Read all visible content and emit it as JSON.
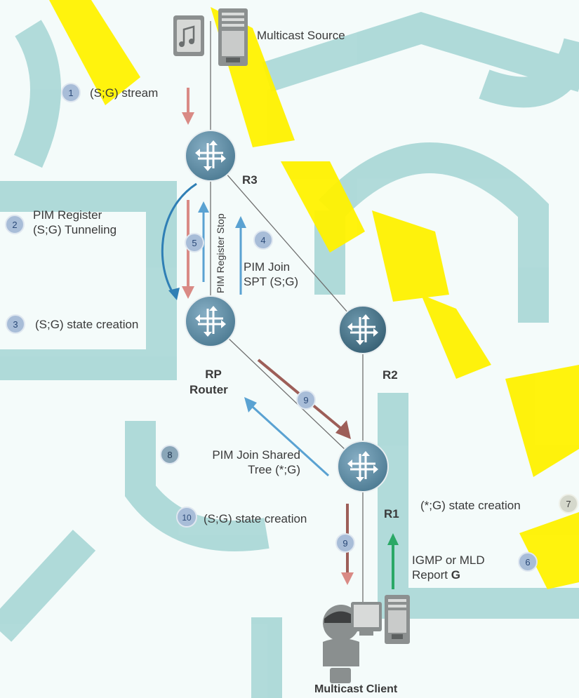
{
  "source_label": "Multicast Source",
  "client_label": "Multicast Client",
  "routers": {
    "r3": "R3",
    "rp_line1": "RP",
    "rp_line2": "Router",
    "r2": "R2",
    "r1": "R1"
  },
  "steps": {
    "s1": {
      "num": "1",
      "text": "(S;G) stream"
    },
    "s2": {
      "num": "2",
      "text": "PIM Register\n(S;G) Tunneling"
    },
    "s3": {
      "num": "3",
      "text": "(S;G) state creation"
    },
    "s4": {
      "num": "4",
      "text": "PIM Join\nSPT (S;G)"
    },
    "s5": {
      "num": "5",
      "text": "PIM Register Stop"
    },
    "s6": {
      "num": "6",
      "text_pre": "IGMP or MLD\nReport ",
      "text_bold": "G"
    },
    "s7": {
      "num": "7",
      "text": "(*;G) state creation"
    },
    "s8": {
      "num": "8",
      "text": "PIM Join Shared\nTree (*;G)"
    },
    "s9": {
      "num": "9"
    },
    "s9b": {
      "num": "9"
    },
    "s10": {
      "num": "10",
      "text": "(S;G) state creation"
    }
  },
  "colors": {
    "router": "#5b8aa3",
    "arrow_red": "#d98a85",
    "arrow_blue": "#5aa2d2",
    "arrow_dark_red": "#9d5e58",
    "arrow_green": "#2aa866",
    "watermark_teal": "#a4d5d4",
    "watermark_yellow": "#fff200"
  }
}
